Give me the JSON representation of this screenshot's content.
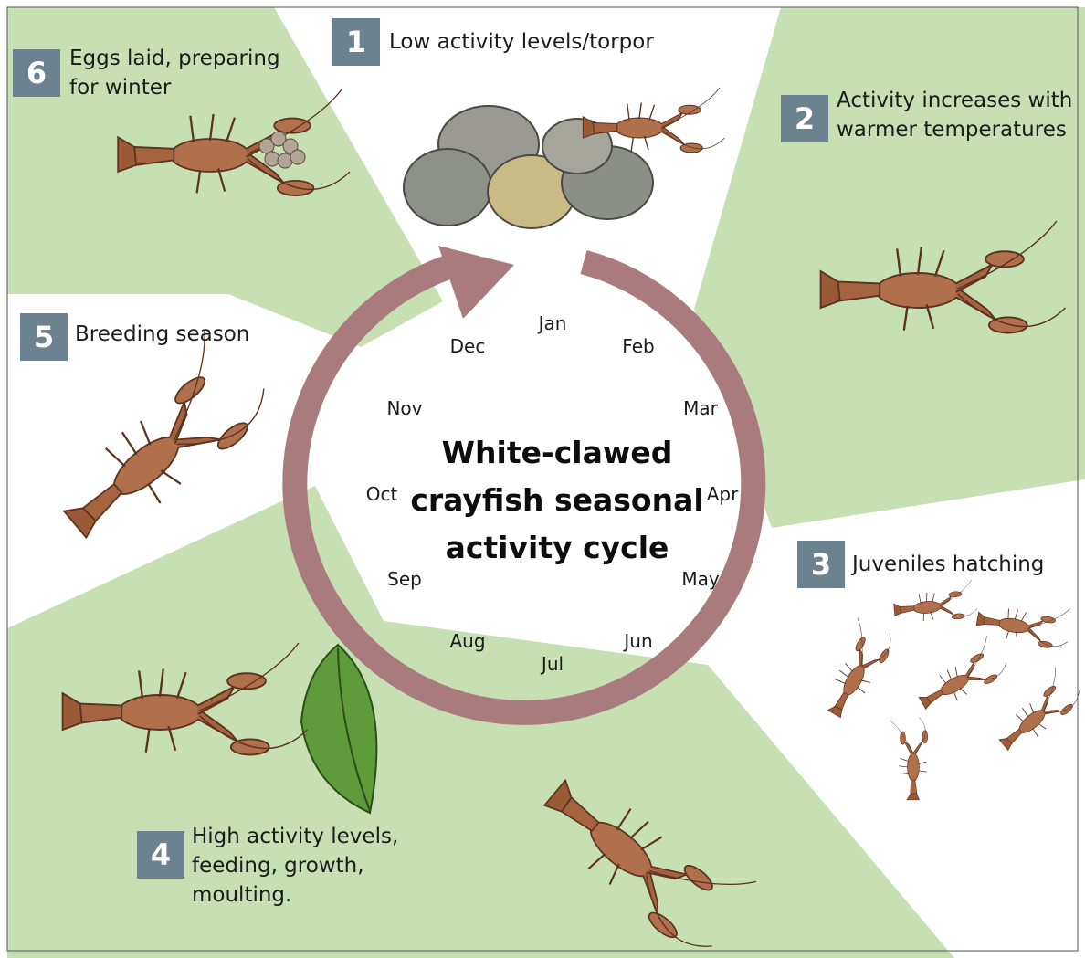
{
  "title": "White-clawed crayfish seasonal activity cycle",
  "months": [
    "Jan",
    "Feb",
    "Mar",
    "Apr",
    "May",
    "Jun",
    "Jul",
    "Aug",
    "Sep",
    "Oct",
    "Nov",
    "Dec"
  ],
  "stages": [
    {
      "number": "1",
      "text": "Low activity levels/torpor",
      "illustration": "crayfish-on-rocks"
    },
    {
      "number": "2",
      "text": "Activity increases with warmer temperatures",
      "illustration": "crayfish-walking"
    },
    {
      "number": "3",
      "text": "Juveniles hatching",
      "illustration": "juvenile-crayfish-group"
    },
    {
      "number": "4",
      "text": "High activity levels, feeding, growth, moulting.",
      "illustration": "crayfish-with-leaf"
    },
    {
      "number": "5",
      "text": "Breeding season",
      "illustration": "mating-crayfish"
    },
    {
      "number": "6",
      "text": "Eggs laid, preparing for winter",
      "illustration": "female-with-eggs"
    }
  ],
  "colors": {
    "green_sector": "#c6e0b4",
    "arrow": "#a97b7d",
    "number_badge": "#6b8290",
    "crayfish": "#b0704c"
  }
}
